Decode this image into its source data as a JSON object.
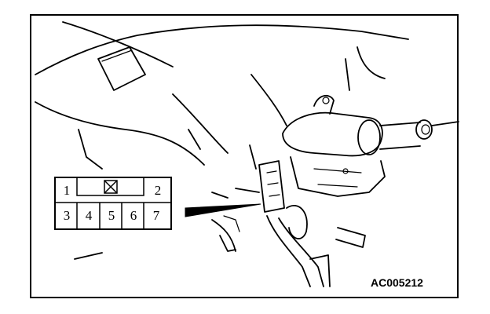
{
  "figure": {
    "code": "AC005212"
  },
  "connector": {
    "pins": [
      "1",
      "2",
      "3",
      "4",
      "5",
      "6",
      "7"
    ],
    "blanked_pin": "X"
  }
}
